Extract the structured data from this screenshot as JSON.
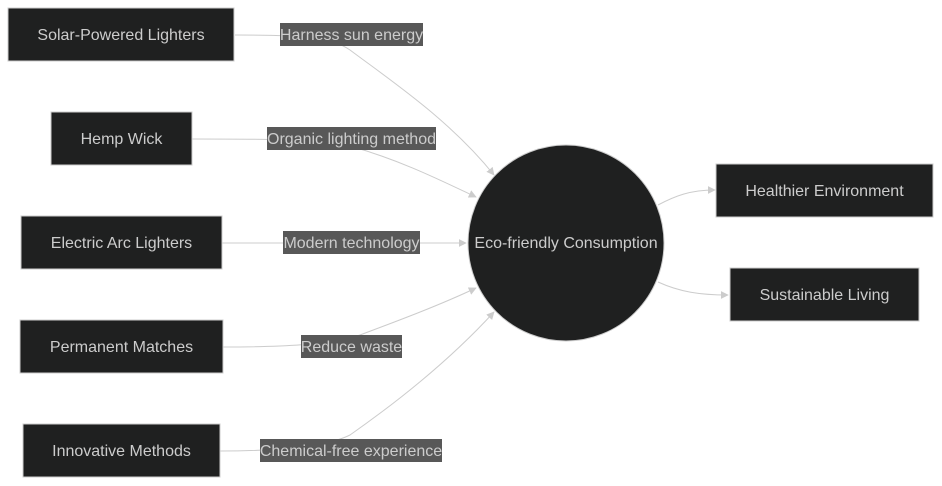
{
  "colors": {
    "node_fill": "#1f2020",
    "node_stroke": "#cccccc",
    "text": "#cccccc",
    "edge_label_bg": "#585858",
    "background": "#ffffff"
  },
  "center_node": "Eco-friendly Consumption",
  "sources": [
    {
      "label": "Solar-Powered Lighters",
      "edge_label": "Harness sun energy"
    },
    {
      "label": "Hemp Wick",
      "edge_label": "Organic lighting method"
    },
    {
      "label": "Electric Arc Lighters",
      "edge_label": "Modern technology"
    },
    {
      "label": "Permanent Matches",
      "edge_label": "Reduce waste"
    },
    {
      "label": "Innovative Methods",
      "edge_label": "Chemical-free experience"
    }
  ],
  "outcomes": [
    {
      "label": "Healthier Environment"
    },
    {
      "label": "Sustainable Living"
    }
  ]
}
